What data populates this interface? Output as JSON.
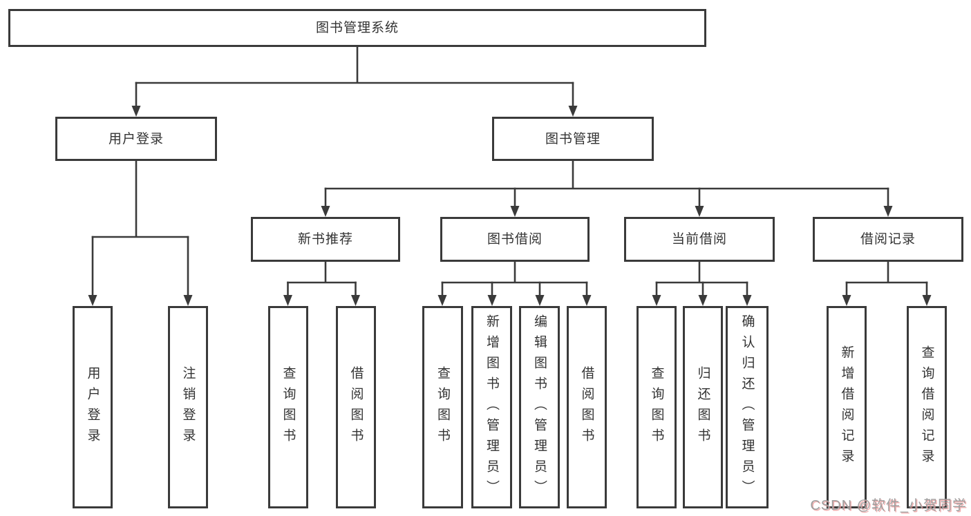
{
  "colors": {
    "background": "#ffffff",
    "box_border": "#3a3a3a",
    "connector": "#3a3a3a",
    "text": "#333333",
    "watermark_text": "#9e9e9e",
    "watermark_shadow": "#ec9696"
  },
  "root": {
    "label": "图书管理系统"
  },
  "branches": [
    {
      "label": "用户登录",
      "children": [
        {
          "label": "用户登录"
        },
        {
          "label": "注销登录"
        }
      ]
    },
    {
      "label": "图书管理",
      "children": [
        {
          "label": "新书推荐",
          "children": [
            {
              "label": "查询图书"
            },
            {
              "label": "借阅图书"
            }
          ]
        },
        {
          "label": "图书借阅",
          "children": [
            {
              "label": "查询图书"
            },
            {
              "label": "新增图书（管理员）"
            },
            {
              "label": "编辑图书（管理员）"
            },
            {
              "label": "借阅图书"
            }
          ]
        },
        {
          "label": "当前借阅",
          "children": [
            {
              "label": "查询图书"
            },
            {
              "label": "归还图书"
            },
            {
              "label": "确认归还（管理员）"
            }
          ]
        },
        {
          "label": "借阅记录",
          "children": [
            {
              "label": "新增借阅记录"
            },
            {
              "label": "查询借阅记录"
            }
          ]
        }
      ]
    }
  ],
  "watermark": {
    "text": "CSDN @软件_小贺同学"
  }
}
